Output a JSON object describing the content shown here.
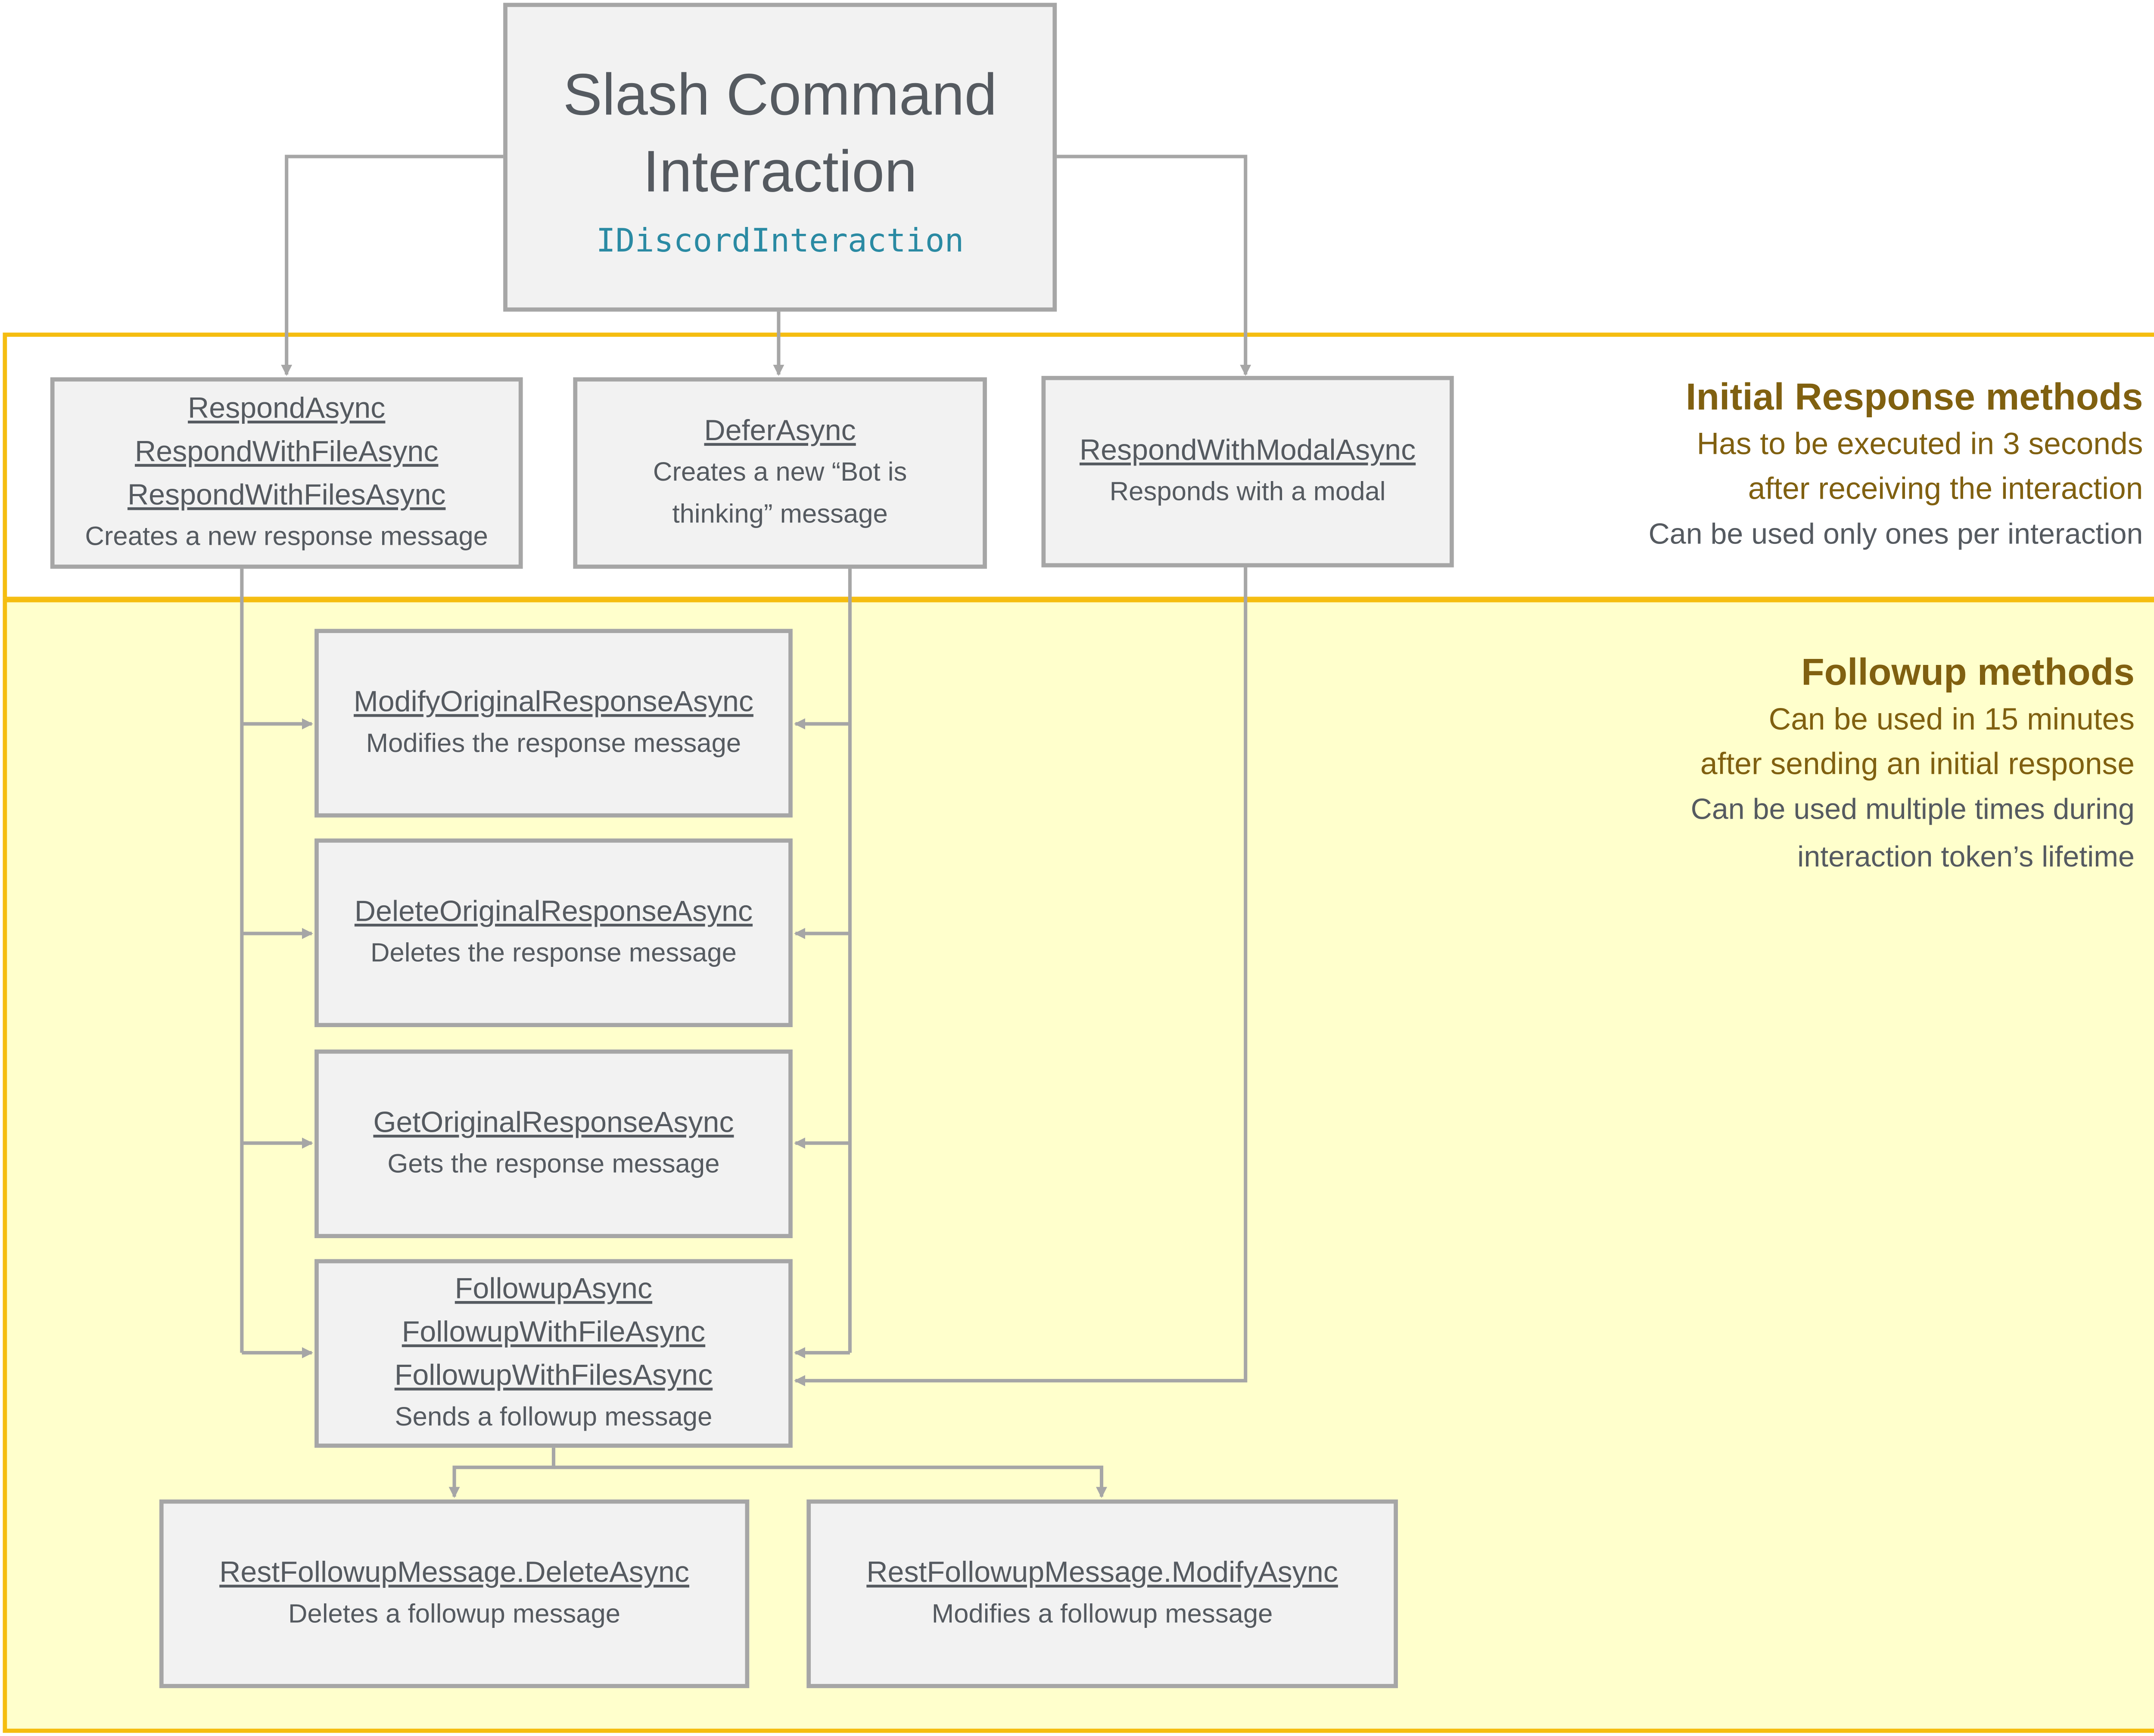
{
  "root": {
    "title_line1": "Slash Command",
    "title_line2": "Interaction",
    "code": "IDiscordInteraction"
  },
  "initial_section": {
    "heading": "Initial Response methods",
    "note_line1": "Has to be executed in 3 seconds",
    "note_line2": "after receiving the interaction",
    "note_line3": "Can be used only ones per interaction"
  },
  "followup_section": {
    "heading": "Followup methods",
    "note_line1": "Can be used in 15 minutes",
    "note_line2": "after sending an initial response",
    "note_line3": "Can be used multiple times during",
    "note_line4": "interaction token’s lifetime"
  },
  "nodes": {
    "respond": {
      "methods": [
        "RespondAsync",
        "RespondWithFileAsync",
        "RespondWithFilesAsync"
      ],
      "desc": "Creates a new response message"
    },
    "defer": {
      "methods": [
        "DeferAsync"
      ],
      "desc_line1": "Creates a new “Bot is",
      "desc_line2": "thinking” message"
    },
    "modal": {
      "methods": [
        "RespondWithModalAsync"
      ],
      "desc": "Responds with a modal"
    },
    "modify_original": {
      "methods": [
        "ModifyOriginalResponseAsync"
      ],
      "desc": "Modifies the response message"
    },
    "delete_original": {
      "methods": [
        "DeleteOriginalResponseAsync"
      ],
      "desc": "Deletes the response message"
    },
    "get_original": {
      "methods": [
        "GetOriginalResponseAsync"
      ],
      "desc": "Gets the response message"
    },
    "followup": {
      "methods": [
        "FollowupAsync",
        "FollowupWithFileAsync",
        "FollowupWithFilesAsync"
      ],
      "desc": "Sends a followup message"
    },
    "followup_delete": {
      "methods": [
        "RestFollowupMessage.DeleteAsync"
      ],
      "desc": "Deletes a followup message"
    },
    "followup_modify": {
      "methods": [
        "RestFollowupMessage.ModifyAsync"
      ],
      "desc": "Modifies a followup message"
    }
  },
  "colors": {
    "zone_border": "#f5bd10",
    "followup_zone_fill": "#ffffcc",
    "node_fill": "#f2f2f2",
    "node_border": "#a6a6a6",
    "connector": "#a6a6a6",
    "heading_text": "#806010",
    "body_text": "#555a60",
    "code_text": "#2a8aa3"
  },
  "icons": {
    "connector_head": "arrowhead"
  }
}
